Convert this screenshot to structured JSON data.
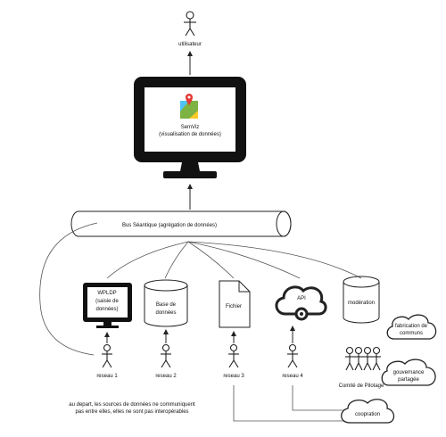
{
  "actors": {
    "user": "utilisateur",
    "reseau1": "reseau 1",
    "reseau2": "reseau 2",
    "reseau3": "reseau 3",
    "reseau4": "reseau 4",
    "comite": "Comité de Pilotage"
  },
  "monitor": {
    "app_line1": "SemViz",
    "app_line2": "(visualisation de données)"
  },
  "bus": {
    "label": "Bus Séantique (agrégation de données)"
  },
  "sources": {
    "wpldp": [
      "WPLDP",
      "(saisie de",
      "données)"
    ],
    "database": [
      "Base de",
      "données"
    ],
    "file": "Fichier",
    "api": "API",
    "moderation": "modération"
  },
  "clouds": {
    "fabrication": [
      "fabrication de",
      "communs"
    ],
    "gouvernance": [
      "gouvernance",
      "partagée"
    ],
    "cooperation": "coopration"
  },
  "note": [
    "au depart, les sources de données ne communiquent",
    "pas entre elles, elles ne sont pas interopérables"
  ]
}
